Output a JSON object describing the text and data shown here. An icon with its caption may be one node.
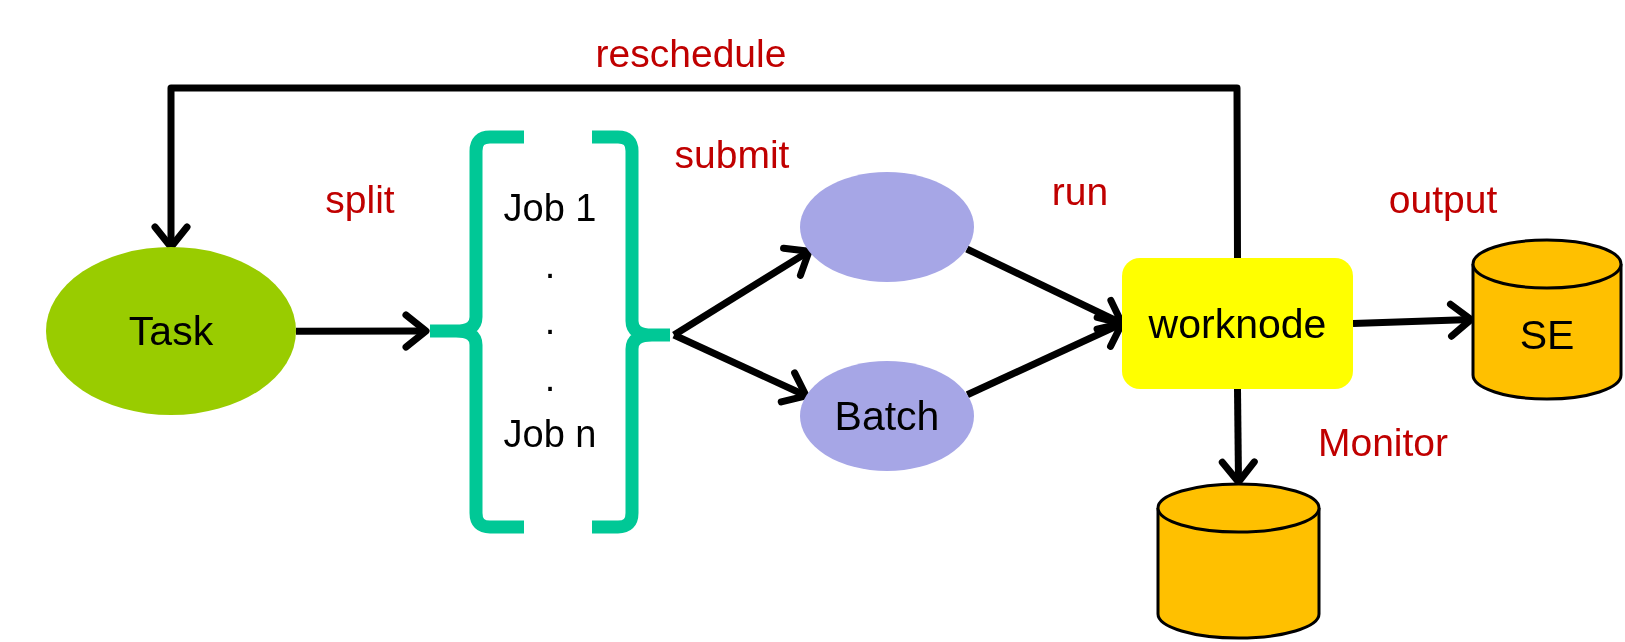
{
  "diagram": {
    "nodes": [
      {
        "text": [
          "Task"
        ]
      },
      {
        "text": [
          "Job 1",
          ".",
          ".",
          ".",
          "Job n"
        ]
      },
      {
        "text": [],
        "shape": "ellipse"
      },
      {
        "text": [
          "Batch"
        ]
      },
      {
        "text": [
          "worknode"
        ]
      },
      {
        "text": [
          "SE"
        ]
      },
      {
        "text": [],
        "shape": "cylinder"
      }
    ],
    "edges": [
      {
        "from": 0,
        "to": 1,
        "arrow": "to",
        "label": "split"
      },
      {
        "from": 1,
        "to": 2,
        "arrow": "to"
      },
      {
        "from": 1,
        "to": 3,
        "arrow": "to"
      },
      {
        "from": 2,
        "to": 4,
        "arrow": "to"
      },
      {
        "from": 3,
        "to": 4,
        "arrow": "to"
      },
      {
        "from": 4,
        "to": 0,
        "arrow": "to",
        "label": "reschedule"
      },
      {
        "from": 4,
        "to": 5,
        "arrow": "to",
        "label": "output"
      },
      {
        "from": 4,
        "to": 6,
        "arrow": "to",
        "label": "Monitor"
      }
    ],
    "labels": [
      "submit",
      "run"
    ]
  }
}
